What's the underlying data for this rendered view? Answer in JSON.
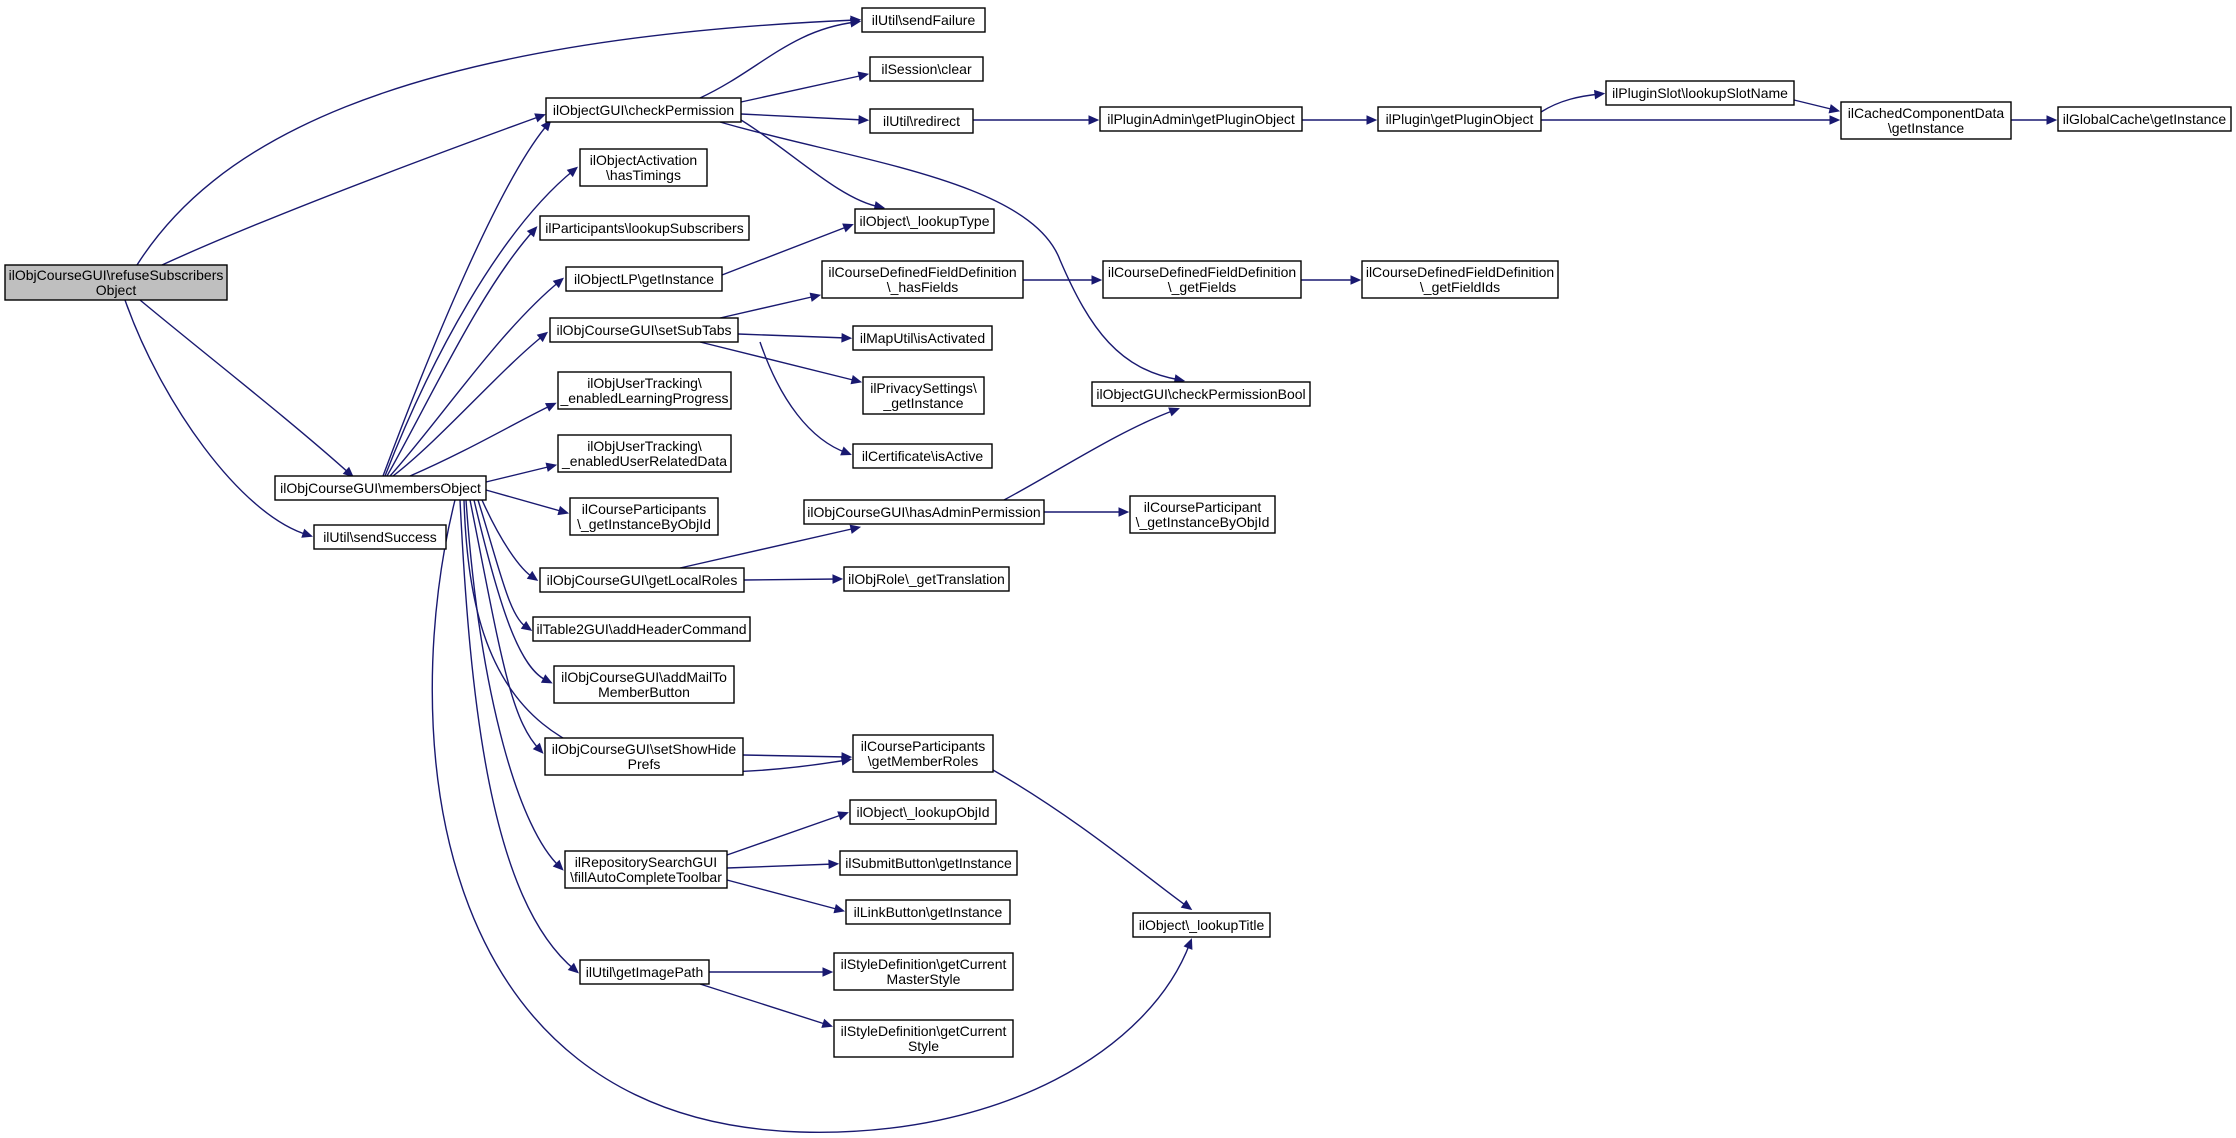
{
  "colors": {
    "edge": "#191970",
    "root_fill": "#bfbfbf",
    "node_fill": "#ffffff",
    "node_border": "#000000"
  },
  "nodes": {
    "root": {
      "lines": [
        "ilObjCourseGUI\\refuseSubscribers",
        "Object"
      ],
      "highlighted": true
    },
    "membersObject": {
      "lines": [
        "ilObjCourseGUI\\membersObject"
      ]
    },
    "sendSuccess": {
      "lines": [
        "ilUtil\\sendSuccess"
      ]
    },
    "sendFailure": {
      "lines": [
        "ilUtil\\sendFailure"
      ]
    },
    "checkPermission": {
      "lines": [
        "ilObjectGUI\\checkPermission"
      ]
    },
    "sessionClear": {
      "lines": [
        "ilSession\\clear"
      ]
    },
    "redirect": {
      "lines": [
        "ilUtil\\redirect"
      ]
    },
    "pluginAdminGet": {
      "lines": [
        "ilPluginAdmin\\getPluginObject"
      ]
    },
    "pluginGet": {
      "lines": [
        "ilPlugin\\getPluginObject"
      ]
    },
    "lookupSlotName": {
      "lines": [
        "ilPluginSlot\\lookupSlotName"
      ]
    },
    "cachedComponent": {
      "lines": [
        "ilCachedComponentData",
        "\\getInstance"
      ]
    },
    "globalCache": {
      "lines": [
        "ilGlobalCache\\getInstance"
      ]
    },
    "hasTimings": {
      "lines": [
        "ilObjectActivation",
        "\\hasTimings"
      ]
    },
    "lookupSubscribers": {
      "lines": [
        "ilParticipants\\lookupSubscribers"
      ]
    },
    "lookupType": {
      "lines": [
        "ilObject\\_lookupType"
      ]
    },
    "objectLP": {
      "lines": [
        "ilObjectLP\\getInstance"
      ]
    },
    "hasFields": {
      "lines": [
        "ilCourseDefinedFieldDefinition",
        "\\_hasFields"
      ]
    },
    "getFields": {
      "lines": [
        "ilCourseDefinedFieldDefinition",
        "\\_getFields"
      ]
    },
    "getFieldIds": {
      "lines": [
        "ilCourseDefinedFieldDefinition",
        "\\_getFieldIds"
      ]
    },
    "setSubTabs": {
      "lines": [
        "ilObjCourseGUI\\setSubTabs"
      ]
    },
    "mapActivated": {
      "lines": [
        "ilMapUtil\\isActivated"
      ]
    },
    "privacy": {
      "lines": [
        "ilPrivacySettings\\",
        "_getInstance"
      ]
    },
    "checkPermBool": {
      "lines": [
        "ilObjectGUI\\checkPermissionBool"
      ]
    },
    "enabledLP": {
      "lines": [
        "ilObjUserTracking\\",
        "_enabledLearningProgress"
      ]
    },
    "certActive": {
      "lines": [
        "ilCertificate\\isActive"
      ]
    },
    "enabledURD": {
      "lines": [
        "ilObjUserTracking\\",
        "_enabledUserRelatedData"
      ]
    },
    "courseParticipants": {
      "lines": [
        "ilCourseParticipants",
        "\\_getInstanceByObjId"
      ]
    },
    "hasAdmin": {
      "lines": [
        "ilObjCourseGUI\\hasAdminPermission"
      ]
    },
    "courseParticipant": {
      "lines": [
        "ilCourseParticipant",
        "\\_getInstanceByObjId"
      ]
    },
    "localRoles": {
      "lines": [
        "ilObjCourseGUI\\getLocalRoles"
      ]
    },
    "objRoleTrans": {
      "lines": [
        "ilObjRole\\_getTranslation"
      ]
    },
    "table2": {
      "lines": [
        "ilTable2GUI\\addHeaderCommand"
      ]
    },
    "addMail": {
      "lines": [
        "ilObjCourseGUI\\addMailTo",
        "MemberButton"
      ]
    },
    "showHide": {
      "lines": [
        "ilObjCourseGUI\\setShowHide",
        "Prefs"
      ]
    },
    "memberRoles": {
      "lines": [
        "ilCourseParticipants",
        "\\getMemberRoles"
      ]
    },
    "lookupObjId": {
      "lines": [
        "ilObject\\_lookupObjId"
      ]
    },
    "repoSearch": {
      "lines": [
        "ilRepositorySearchGUI",
        "\\fillAutoCompleteToolbar"
      ]
    },
    "submitButton": {
      "lines": [
        "ilSubmitButton\\getInstance"
      ]
    },
    "linkButton": {
      "lines": [
        "ilLinkButton\\getInstance"
      ]
    },
    "lookupTitle": {
      "lines": [
        "ilObject\\_lookupTitle"
      ]
    },
    "imagePath": {
      "lines": [
        "ilUtil\\getImagePath"
      ]
    },
    "masterStyle": {
      "lines": [
        "ilStyleDefinition\\getCurrent",
        "MasterStyle"
      ]
    },
    "currentStyle": {
      "lines": [
        "ilStyleDefinition\\getCurrent",
        "Style"
      ]
    }
  }
}
